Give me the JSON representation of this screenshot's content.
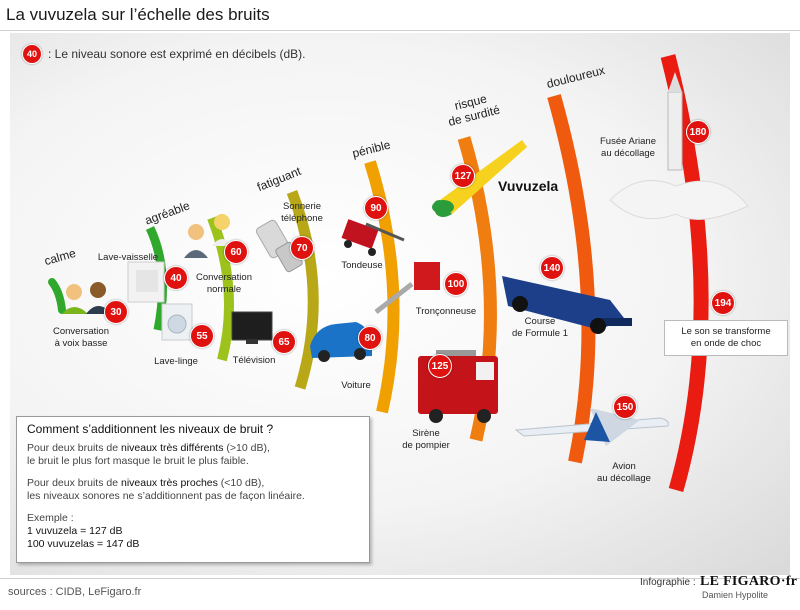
{
  "title": "La vuvuzela sur l’échelle des bruits",
  "legend": {
    "badge": "40",
    "text": ": Le niveau sonore est exprimé en décibels (dB)."
  },
  "categories": {
    "calme": "calme",
    "agreable": "agréable",
    "fatiguant": "fatiguant",
    "penible": "pénible",
    "risque_1": "risque",
    "risque_2": "de surdité",
    "douloureux": "douloureux"
  },
  "items": {
    "conversation_basse": {
      "value": "30",
      "label_1": "Conversation",
      "label_2": "à voix basse"
    },
    "lave_vaisselle": {
      "value": "40",
      "label_1": "Lave-vaisselle"
    },
    "lave_linge": {
      "value": "55",
      "label_1": "Lave-linge"
    },
    "conversation_normale": {
      "value": "60",
      "label_1": "Conversation",
      "label_2": "normale"
    },
    "television": {
      "value": "65",
      "label_1": "Télévision"
    },
    "sonnerie": {
      "value": "70",
      "label_1": "Sonnerie",
      "label_2": "téléphone"
    },
    "voiture": {
      "value": "80",
      "label_1": "Voiture"
    },
    "tondeuse": {
      "value": "90",
      "label_1": "Tondeuse"
    },
    "tronconneuse": {
      "value": "100",
      "label_1": "Tronçonneuse"
    },
    "sirene": {
      "value": "125",
      "label_1": "Sirène",
      "label_2": "de pompier"
    },
    "vuvuzela": {
      "value": "127",
      "label_1": "Vuvuzela"
    },
    "formule1": {
      "value": "140",
      "label_1": "Course",
      "label_2": "de Formule 1"
    },
    "avion": {
      "value": "150",
      "label_1": "Avion",
      "label_2": "au décollage"
    },
    "ariane": {
      "value": "180",
      "label_1": "Fusée Ariane",
      "label_2": "au décollage"
    },
    "onde_choc": {
      "value": "194",
      "label_1": "Le son se transforme",
      "label_2": "en onde de choc"
    }
  },
  "info": {
    "heading": "Comment s’additionnent les niveaux de bruit ?",
    "p1_a": "Pour deux bruits de ",
    "p1_b": "niveaux très différents",
    "p1_c": " (>10 dB),",
    "p1_d": "le bruit le plus fort masque le bruit le plus faible.",
    "p2_a": "Pour deux bruits de ",
    "p2_b": "niveaux très proches",
    "p2_c": " (<10 dB),",
    "p2_d": "les niveaux sonores ne s’additionnent pas de façon linéaire.",
    "ex_label": "Exemple :",
    "ex_1": "1 vuvuzela = 127 dB",
    "ex_2": "100 vuvuzelas = 147 dB"
  },
  "footer": {
    "sources": "sources : CIDB, LeFigaro.fr",
    "infographie": "Infographie :",
    "logo": "LE FIGARO·fr",
    "author": "Damien Hypolite"
  },
  "colors": {
    "badge": "#e0120f",
    "arc_green": "#2fa82b",
    "arc_lime": "#9cc21b",
    "arc_olive": "#b8a818",
    "arc_amber": "#f0a000",
    "arc_orange": "#f07d10",
    "arc_dark_orange": "#f05a0e",
    "arc_red": "#ea1b10"
  }
}
